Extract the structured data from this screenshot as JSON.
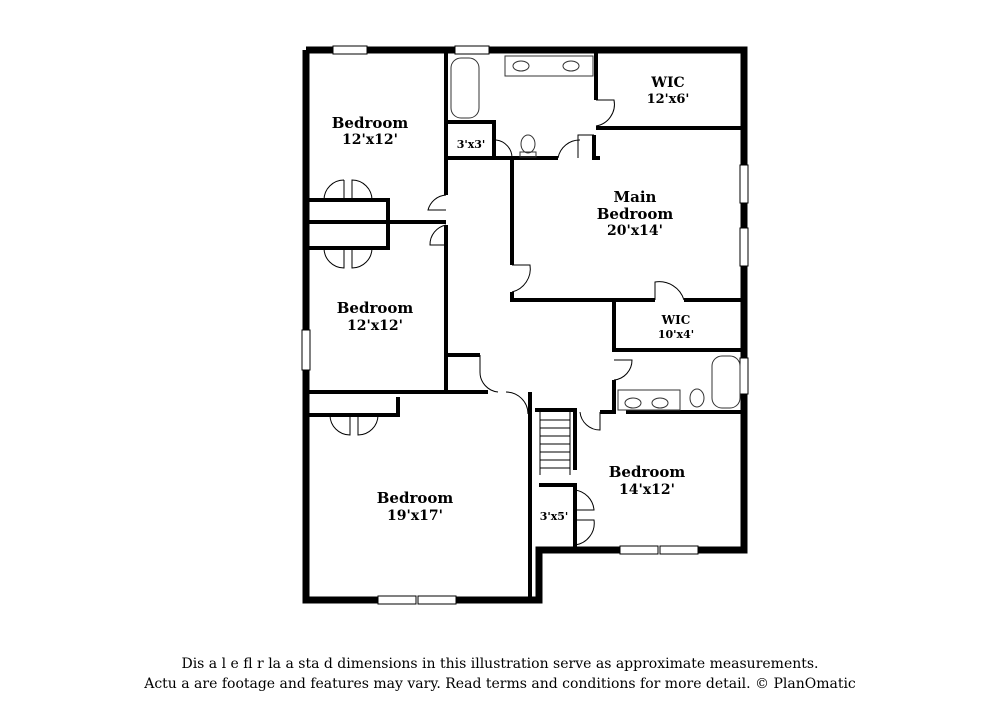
{
  "rooms": {
    "bedroom_nw": {
      "name": "Bedroom",
      "dims": "12'x12'"
    },
    "bedroom_w": {
      "name": "Bedroom",
      "dims": "12'x12'"
    },
    "bedroom_sw": {
      "name": "Bedroom",
      "dims": "19'x17'"
    },
    "bedroom_se": {
      "name": "Bedroom",
      "dims": "14'x12'"
    },
    "main_bedroom": {
      "line1": "Main",
      "line2": "Bedroom",
      "dims": "20'x14'"
    },
    "wic_ne": {
      "name": "WIC",
      "dims": "12'x6'"
    },
    "wic_e": {
      "name": "WIC",
      "dims": "10'x4'"
    },
    "closet_bath": {
      "dims": "3'x3'"
    },
    "closet_stair": {
      "dims": "3'x5'"
    }
  },
  "disclaimer": {
    "line1": "Dis  a   l e fl   r  la  a   sta  d dimensions in this illustration serve as approximate measurements.",
    "line2": "Actu   a  are footage and features may vary. Read terms and conditions for more detail. © PlanOmatic"
  },
  "colors": {
    "wall": "#000000",
    "background": "#ffffff",
    "fixture_line": "#333333"
  }
}
